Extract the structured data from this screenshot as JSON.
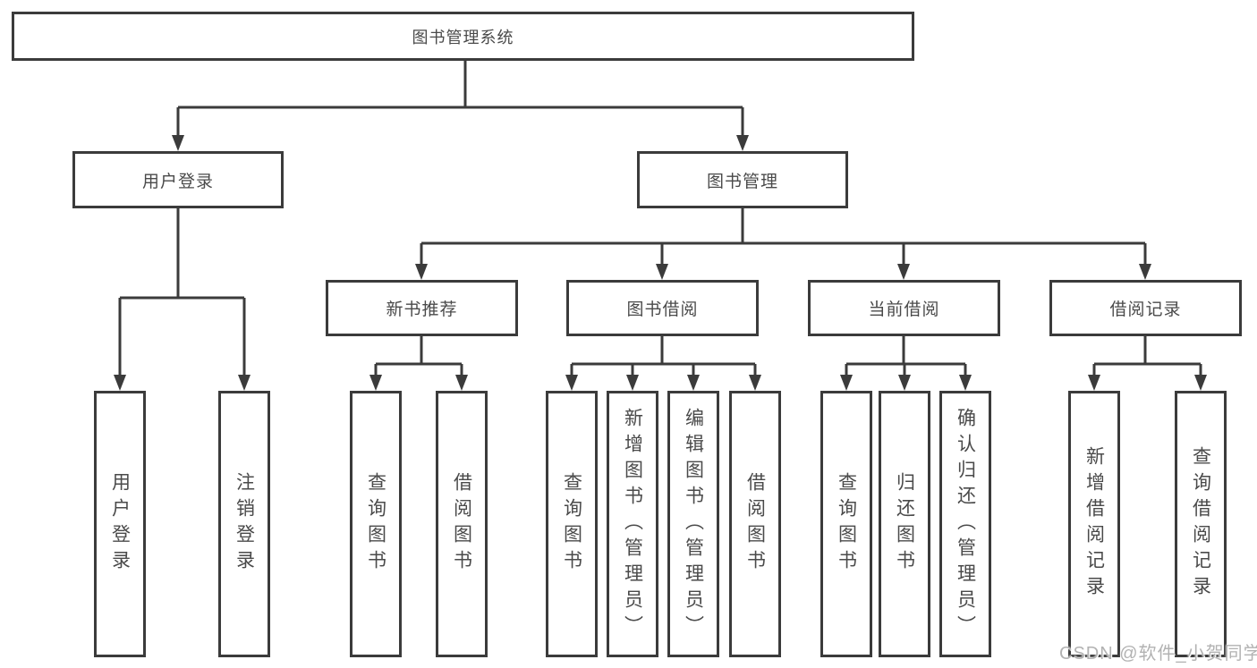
{
  "watermark": "CSDN @软件_小贺同学",
  "tree": {
    "root": {
      "label": "图书管理系统"
    },
    "level2": [
      {
        "label": "用户登录",
        "children": [
          {
            "label": "用户登录"
          },
          {
            "label": "注销登录"
          }
        ]
      },
      {
        "label": "图书管理",
        "children": [
          {
            "label": "新书推荐",
            "children": [
              {
                "label": "查询图书"
              },
              {
                "label": "借阅图书"
              }
            ]
          },
          {
            "label": "图书借阅",
            "children": [
              {
                "label": "查询图书"
              },
              {
                "label": "新增图书（管理员）"
              },
              {
                "label": "编辑图书（管理员）"
              },
              {
                "label": "借阅图书"
              }
            ]
          },
          {
            "label": "当前借阅",
            "children": [
              {
                "label": "查询图书"
              },
              {
                "label": "归还图书"
              },
              {
                "label": "确认归还（管理员）"
              }
            ]
          },
          {
            "label": "借阅记录",
            "children": [
              {
                "label": "新增借阅记录"
              },
              {
                "label": "查询借阅记录"
              }
            ]
          }
        ]
      }
    ]
  }
}
